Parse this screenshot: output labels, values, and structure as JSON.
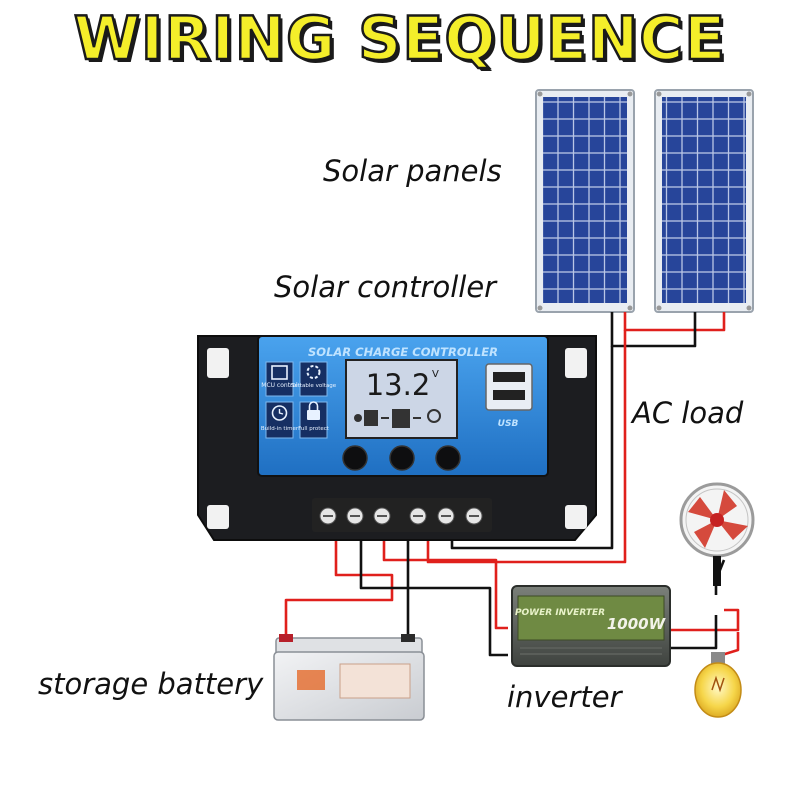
{
  "title": "WIRING SEQUENCE",
  "labels": {
    "solar_panels": "Solar panels",
    "solar_controller": "Solar controller",
    "ac_load": "AC load",
    "storage_battery": "storage battery",
    "inverter": "inverter"
  },
  "controller": {
    "header": "SOLAR CHARGE CONTROLLER",
    "display_value": "13.2",
    "display_unit": "V",
    "features": [
      "MCU control",
      "Settable voltage",
      "Build-in timer",
      "Full protect"
    ],
    "usb_label": "USB"
  },
  "inverter": {
    "brand": "POWER INVERTER",
    "rating": "1000W"
  },
  "colors": {
    "title_fill": "#f4ee2a",
    "wire_red": "#e0201c",
    "wire_black": "#111111",
    "controller_panel": "#2f86d8"
  }
}
